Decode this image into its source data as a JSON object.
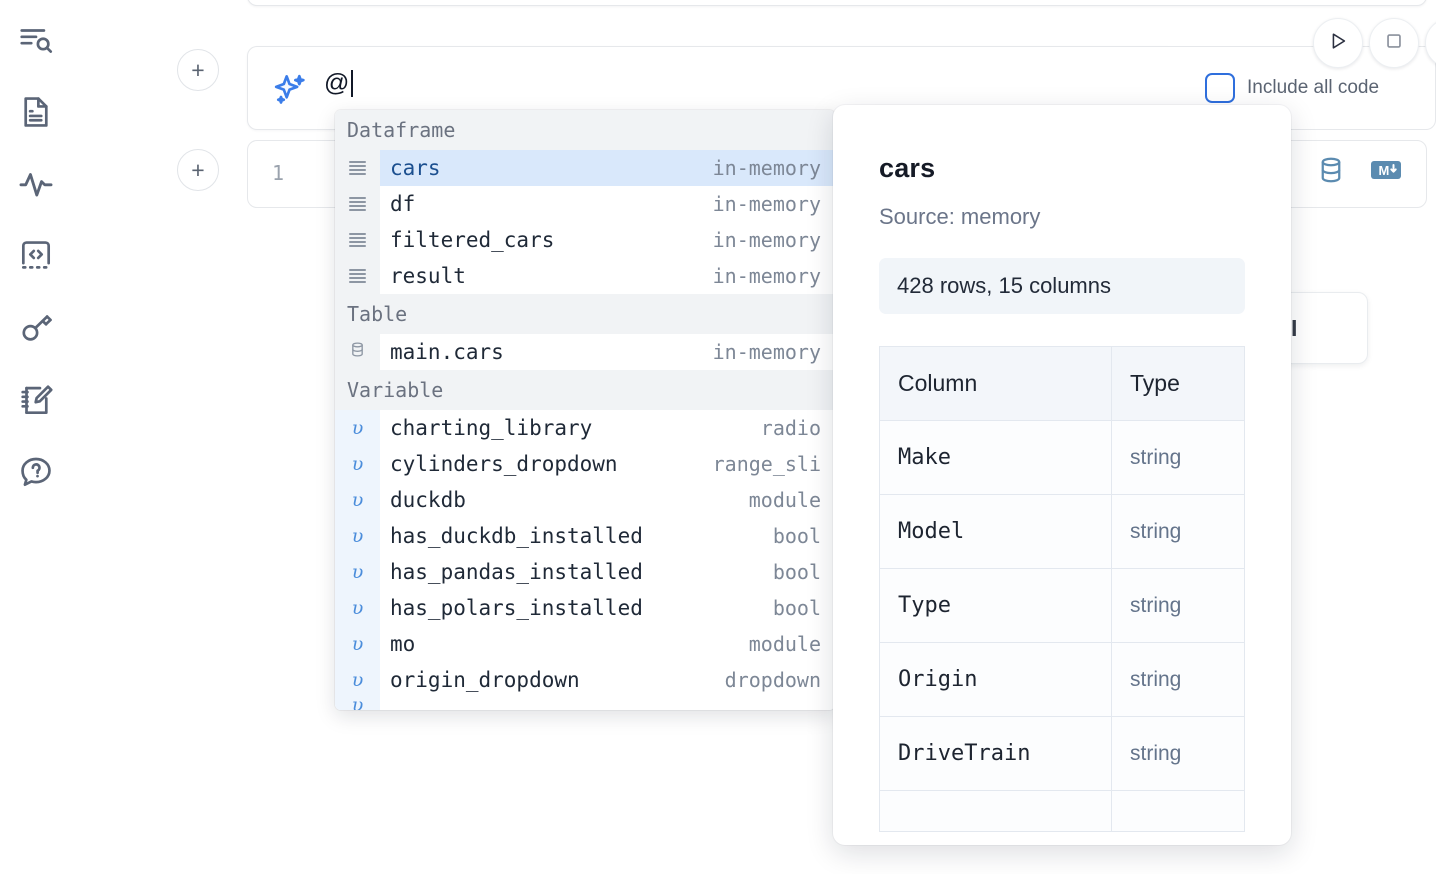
{
  "sidebar": {
    "items": [
      {
        "name": "search-outline-icon",
        "label": "Outline search"
      },
      {
        "name": "file-icon",
        "label": "File explorer"
      },
      {
        "name": "activity-icon",
        "label": "Activity"
      },
      {
        "name": "snippets-icon",
        "label": "Snippets"
      },
      {
        "name": "secrets-key-icon",
        "label": "Secrets"
      },
      {
        "name": "scratchpad-icon",
        "label": "Scratchpad"
      },
      {
        "name": "help-chat-icon",
        "label": "Help"
      }
    ]
  },
  "add_buttons": {
    "top_label": "+",
    "bottom_label": "+"
  },
  "prompt": {
    "icon": "ai-sparkle-icon",
    "value": "@",
    "include_all_code_label": "Include all code",
    "include_all_code_checked": false,
    "run_button": "run-icon",
    "stop_button": "stop-icon",
    "more_button": "more-icon"
  },
  "cell": {
    "line_number": "1",
    "icons": [
      {
        "name": "database-icon",
        "label": "SQL cell"
      },
      {
        "name": "markdown-icon",
        "label": "Markdown cell"
      }
    ]
  },
  "ai_card": {
    "label": "AI"
  },
  "autocomplete": {
    "groups": [
      {
        "label": "Dataframe",
        "kind": "dataframe",
        "items": [
          {
            "name": "cars",
            "type": "in-memory",
            "selected": true
          },
          {
            "name": "df",
            "type": "in-memory",
            "selected": false
          },
          {
            "name": "filtered_cars",
            "type": "in-memory",
            "selected": false
          },
          {
            "name": "result",
            "type": "in-memory",
            "selected": false
          }
        ]
      },
      {
        "label": "Table",
        "kind": "table",
        "items": [
          {
            "name": "main.cars",
            "type": "in-memory",
            "selected": false
          }
        ]
      },
      {
        "label": "Variable",
        "kind": "variable",
        "items": [
          {
            "name": "charting_library",
            "type": "radio",
            "selected": false
          },
          {
            "name": "cylinders_dropdown",
            "type": "range_sli",
            "selected": false
          },
          {
            "name": "duckdb",
            "type": "module",
            "selected": false
          },
          {
            "name": "has_duckdb_installed",
            "type": "bool",
            "selected": false
          },
          {
            "name": "has_pandas_installed",
            "type": "bool",
            "selected": false
          },
          {
            "name": "has_polars_installed",
            "type": "bool",
            "selected": false
          },
          {
            "name": "mo",
            "type": "module",
            "selected": false
          },
          {
            "name": "origin_dropdown",
            "type": "dropdown",
            "selected": false
          }
        ]
      }
    ]
  },
  "info_panel": {
    "title": "cars",
    "source": "Source: memory",
    "shape": "428 rows, 15 columns",
    "table": {
      "headers": [
        "Column",
        "Type"
      ],
      "rows": [
        [
          "Make",
          "string"
        ],
        [
          "Model",
          "string"
        ],
        [
          "Type",
          "string"
        ],
        [
          "Origin",
          "string"
        ],
        [
          "DriveTrain",
          "string"
        ]
      ]
    }
  },
  "colors": {
    "accent_blue": "#2f6fdd",
    "selection_blue": "#d9e8fb",
    "variable_gutter": "#eef5fd",
    "group_header_bg": "#f1f3f5",
    "icon_slate": "#5b6577"
  }
}
